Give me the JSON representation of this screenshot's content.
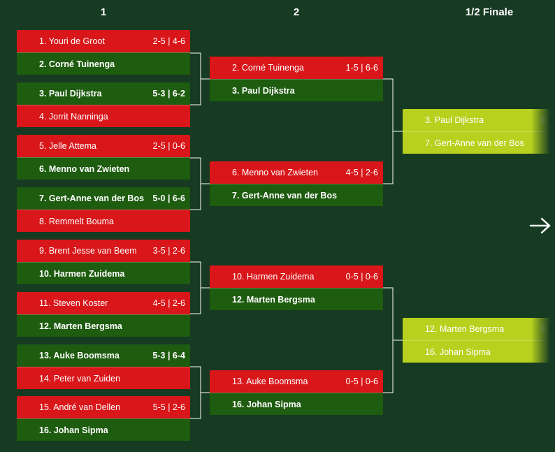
{
  "rounds": [
    {
      "label": "1"
    },
    {
      "label": "2"
    },
    {
      "label": "1/2 Finale"
    }
  ],
  "round1": [
    {
      "top": {
        "name": "1. Youri de Groot",
        "score": "2-5 | 4-6"
      },
      "bottom": {
        "name": "2. Corné Tuinenga",
        "score": ""
      }
    },
    {
      "top": {
        "name": "3. Paul Dijkstra",
        "score": "5-3 | 6-2"
      },
      "bottom": {
        "name": "4. Jorrit Nanninga",
        "score": ""
      }
    },
    {
      "top": {
        "name": "5. Jelle Attema",
        "score": "2-5 | 0-6"
      },
      "bottom": {
        "name": "6. Menno van Zwieten",
        "score": ""
      }
    },
    {
      "top": {
        "name": "7. Gert-Anne van der Bos",
        "score": "5-0 | 6-6"
      },
      "bottom": {
        "name": "8. Remmelt Bouma",
        "score": ""
      }
    },
    {
      "top": {
        "name": "9. Brent Jesse van Beem",
        "score": "3-5 | 2-6"
      },
      "bottom": {
        "name": "10. Harmen Zuidema",
        "score": ""
      }
    },
    {
      "top": {
        "name": "11. Steven Koster",
        "score": "4-5 | 2-6"
      },
      "bottom": {
        "name": "12. Marten Bergsma",
        "score": ""
      }
    },
    {
      "top": {
        "name": "13. Auke Boomsma",
        "score": "5-3 | 6-4"
      },
      "bottom": {
        "name": "14. Peter van Zuiden",
        "score": ""
      }
    },
    {
      "top": {
        "name": "15. André van Dellen",
        "score": "5-5 | 2-6"
      },
      "bottom": {
        "name": "16. Johan Sipma",
        "score": ""
      }
    }
  ],
  "round2": [
    {
      "top": {
        "name": "2. Corné Tuinenga",
        "score": "1-5 | 6-6"
      },
      "bottom": {
        "name": "3. Paul Dijkstra",
        "score": ""
      }
    },
    {
      "top": {
        "name": "6. Menno van Zwieten",
        "score": "4-5 | 2-6"
      },
      "bottom": {
        "name": "7. Gert-Anne van der Bos",
        "score": ""
      }
    },
    {
      "top": {
        "name": "10. Harmen Zuidema",
        "score": "0-5 | 0-6"
      },
      "bottom": {
        "name": "12. Marten Bergsma",
        "score": ""
      }
    },
    {
      "top": {
        "name": "13. Auke Boomsma",
        "score": "0-5 | 0-6"
      },
      "bottom": {
        "name": "16. Johan Sipma",
        "score": ""
      }
    }
  ],
  "semifinal": [
    {
      "top": {
        "name": "3. Paul Dijkstra",
        "score": "0"
      },
      "bottom": {
        "name": "7. Gert-Anne van der Bos",
        "score": ""
      }
    },
    {
      "top": {
        "name": "12. Marten Bergsma",
        "score": "0"
      },
      "bottom": {
        "name": "16. Johan Sipma",
        "score": ""
      }
    }
  ],
  "colors": {
    "background": "#163a22",
    "winner_row": "#1e5c10",
    "loser_row": "#d9161a",
    "semifinal_row": "#b7d11e",
    "connector": "#ffffff"
  },
  "icons": {
    "next": "arrow-right-icon"
  }
}
